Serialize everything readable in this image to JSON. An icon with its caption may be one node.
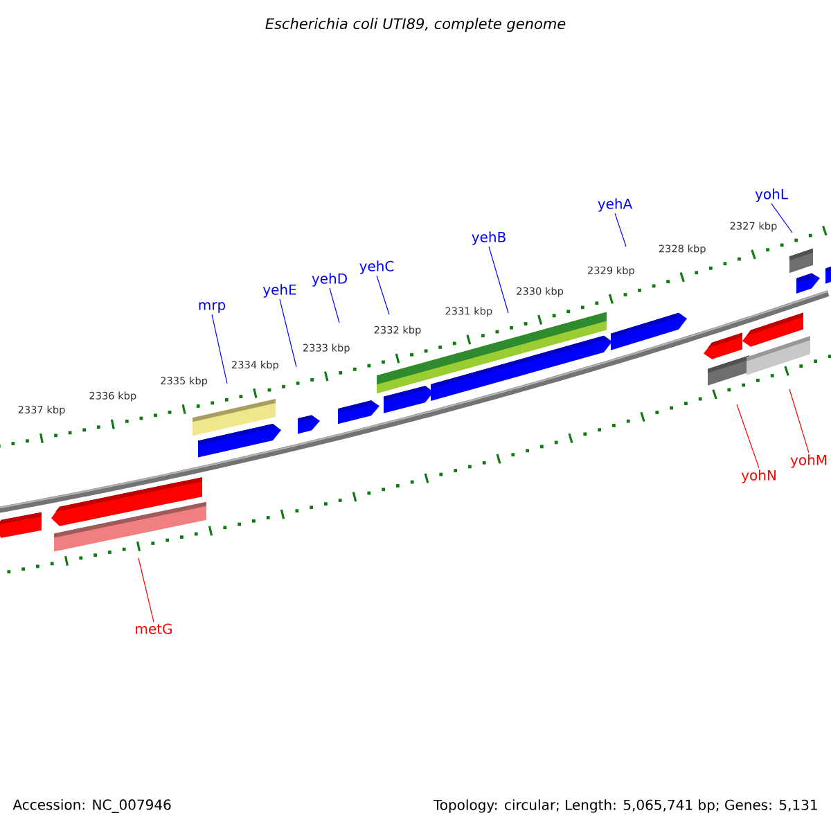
{
  "diagram": {
    "title": "Escherichia coli UTI89, complete genome",
    "nodes": [
      {
        "text": [
          "yohL"
        ]
      },
      {
        "text": [
          "yehA"
        ]
      },
      {
        "text": [
          "yehB"
        ]
      },
      {
        "text": [
          "yehC"
        ]
      },
      {
        "text": [
          "yehD"
        ]
      },
      {
        "text": [
          "yehE"
        ]
      },
      {
        "text": [
          "mrp"
        ]
      },
      {
        "text": [
          "yohM"
        ]
      },
      {
        "text": [
          "yohN"
        ]
      },
      {
        "text": [
          "metG"
        ]
      }
    ],
    "edges": [
      {
        "from": 0,
        "to": null,
        "arrow": "none"
      },
      {
        "from": 1,
        "to": null,
        "arrow": "none"
      },
      {
        "from": 2,
        "to": null,
        "arrow": "none"
      },
      {
        "from": 3,
        "to": null,
        "arrow": "none"
      },
      {
        "from": 4,
        "to": null,
        "arrow": "none"
      },
      {
        "from": 5,
        "to": null,
        "arrow": "none"
      },
      {
        "from": 6,
        "to": null,
        "arrow": "none"
      },
      {
        "from": 7,
        "to": null,
        "arrow": "none",
        "color": "#ff0000"
      },
      {
        "from": 8,
        "to": null,
        "arrow": "none",
        "color": "#ff0000"
      },
      {
        "from": 9,
        "to": null,
        "arrow": "none",
        "color": "#ff0000"
      }
    ],
    "labels": [
      "2327 kbp",
      "2328 kbp",
      "2329 kbp",
      "2330 kbp",
      "2331 kbp",
      "2332 kbp",
      "2333 kbp",
      "2334 kbp",
      "2335 kbp",
      "2336 kbp",
      "2337 kbp",
      "Accession: NC_007946",
      "Topology: circular; Length: 5,065,741 bp; Genes: 5,131"
    ]
  }
}
